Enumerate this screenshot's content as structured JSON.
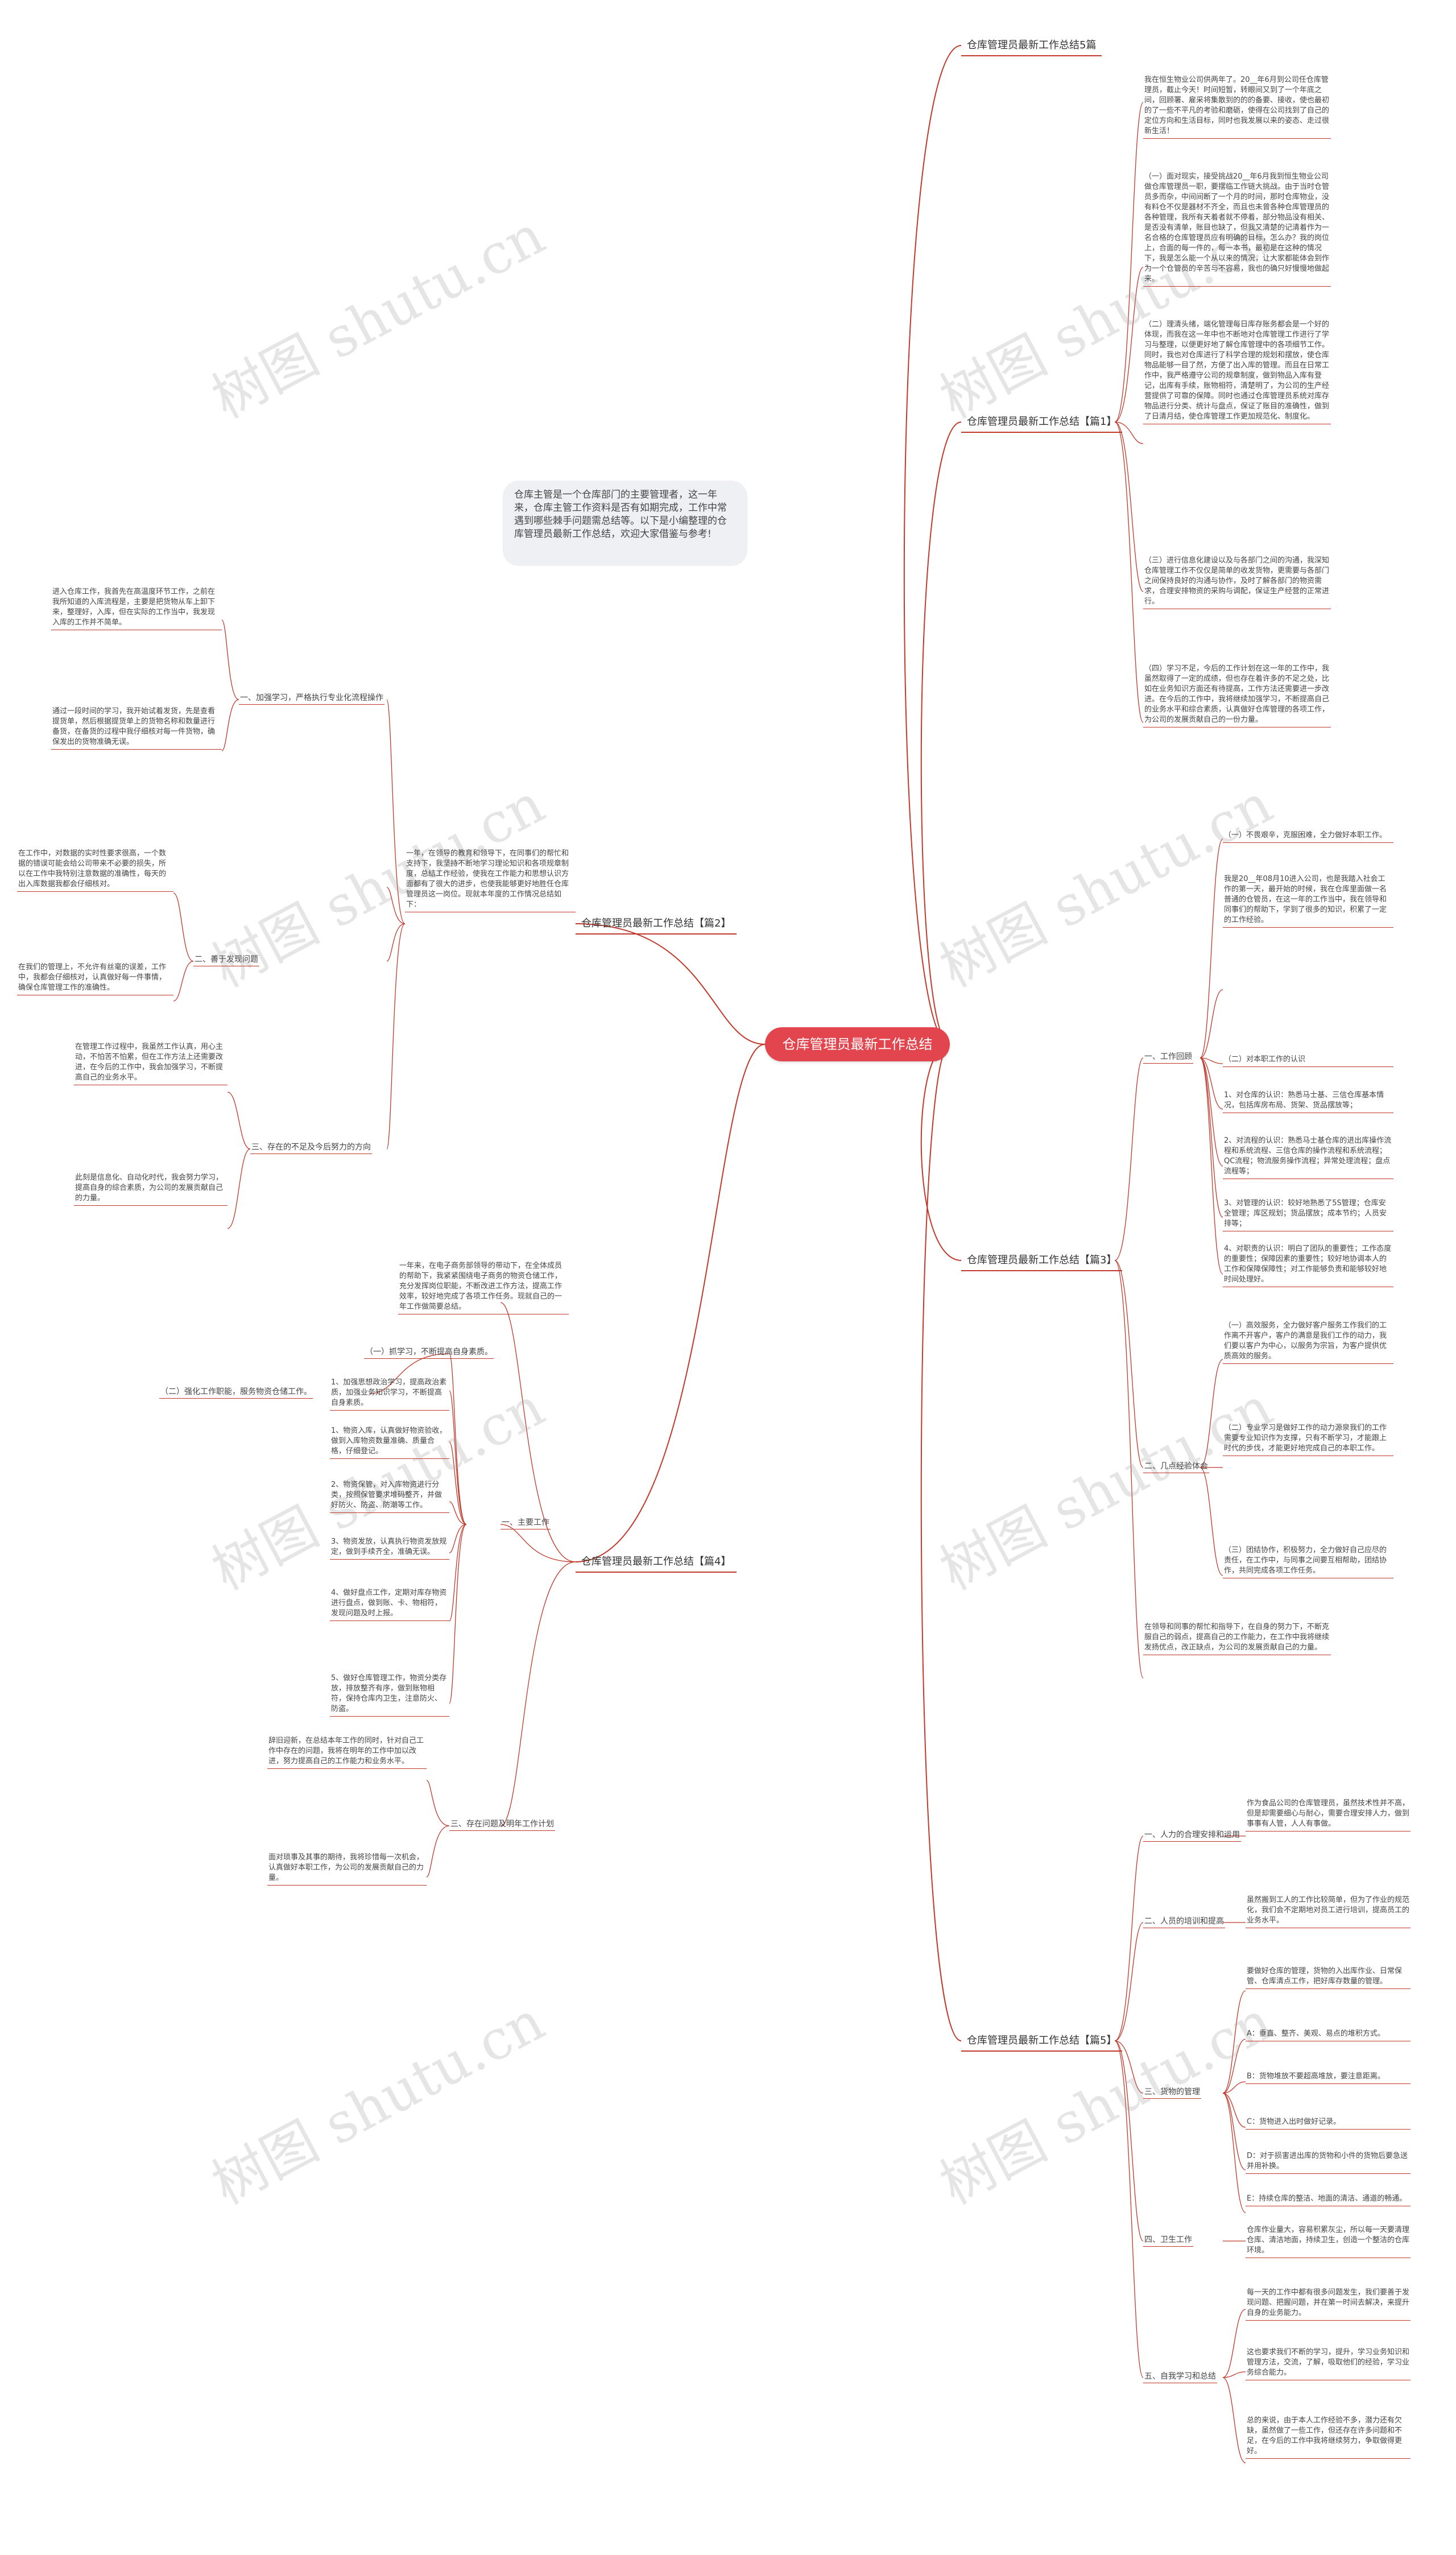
{
  "root": "仓库管理员最新工作总结",
  "intro": "仓库主管是一个仓库部门的主要管理者，这一年来，仓库主管工作资料是否有如期完成，工作中常遇到哪些棘手问题需总结等。以下是小编整理的仓库管理员最新工作总结，欢迎大家借鉴与参考!",
  "watermark": "树图 shutu.cn",
  "branches": {
    "b5": "仓库管理员最新工作总结5篇",
    "b1": "仓库管理员最新工作总结【篇1】",
    "b2": "仓库管理员最新工作总结【篇2】",
    "b3": "仓库管理员最新工作总结【篇3】",
    "b4": "仓库管理员最新工作总结【篇4】",
    "b5p": "仓库管理员最新工作总结【篇5】"
  },
  "b1": {
    "t0": "我在恒生物业公司供两年了。20__年6月到公司任仓库管理员，截止今天！时间短暂，转眼间又到了一个年底之间，回顾署、雇采将集散到的的的备要、接收，使也最初的了一些不平凡的考验和磨砺，使得在公司找到了自己的定位方向和生活目标，同时也我发展以来的姿态、走过很新生活！",
    "t1": "（一）面对现实，接受挑战20__年6月我到恒生物业公司做仓库管理员一职，要摆临工作链大挑战。由于当时仓管员多而杂，中间间断了一个月的时间，那时仓库物业，没有料仓不仅是器材不齐全，而且也未曾各种仓库管理员的各种管理，我所有天着者就不停着，部分物品没有相关、是否没有清单，账目也缺了，但我又清楚的记清着作为一名合格的仓库管理员应有明确的目标，怎么办？我的岗位上，合面的每一件的，每一本书，最初是在这种的情况下，我是怎么能一个从以来的情况，让大家都能体会到作为一个仓管员的辛苦与不容易，我也的确只好慢慢地做起来。",
    "t2": "（二）理清头绪，端化管理每日库存账务都会是一个好的体现，而我在这一年中也不断地对仓库管理工作进行了学习与整理，以便更好地了解仓库管理中的各项细节工作。同时，我也对仓库进行了科学合理的规划和摆放，使仓库物品能够一目了然，方便了出入库的管理。而且在日常工作中，我严格遵守公司的规章制度，做到物品入库有登记，出库有手续，账物相符，清楚明了，为公司的生产经营提供了可靠的保障。同时也通过仓库管理员系统对库存物品进行分类、统计与盘点，保证了账目的准确性，做到了日清月结，使仓库管理工作更加规范化、制度化。",
    "t3": "（三）进行信息化建设以及与各部门之间的沟通，我深知仓库管理工作不仅仅是简单的收发货物，更需要与各部门之间保持良好的沟通与协作，及时了解各部门的物资需求，合理安排物资的采购与调配，保证生产经营的正常进行。",
    "t4": "（四）学习不足，今后的工作计划在这一年的工作中，我虽然取得了一定的成绩，但也存在着许多的不足之处，比如在业务知识方面还有待提高，工作方法还需要进一步改进。在今后的工作中，我将继续加强学习，不断提高自己的业务水平和综合素质，认真做好仓库管理的各项工作，为公司的发展贡献自己的一份力量。"
  },
  "b2": {
    "t0": "一年，在领导的教育和领导下，在同事们的帮忙和支持下，我坚持不断地学习理论知识和各项规章制度，总结工作经验，使我在工作能力和思想认识方面都有了很大的进步，也使我能够更好地胜任仓库管理员这一岗位。现就本年度的工作情况总结如下：",
    "s1": "一、加强学习，严格执行专业化流程操作",
    "s1a": "进入仓库工作，我首先在高温度环节工作，之前在我所知道的入库流程是，主要是把货物从车上卸下来，整理好，入库，但在实际的工作当中，我发现入库的工作并不简单。",
    "s1b": "通过一段时间的学习，我开始试着发货，先是查看提货单，然后根据提货单上的货物名称和数量进行备货，在备货的过程中我仔细核对每一件货物，确保发出的货物准确无误。",
    "s2": "二、善于发现问题",
    "s2a": "在工作中，对数据的实时性要求很高，一个数据的错误可能会给公司带来不必要的损失，所以在工作中我特别注意数据的准确性，每天的出入库数据我都会仔细核对。",
    "s2b": "在我们的管理上，不允许有丝毫的误差，工作中，我都会仔细核对，认真做好每一件事情，确保仓库管理工作的准确性。",
    "s3": "三、存在的不足及今后努力的方向",
    "s3a": "在管理工作过程中，我虽然工作认真，用心主动，不怕苦不怕累，但在工作方法上还需要改进，在今后的工作中，我会加强学习，不断提高自己的业务水平。",
    "s3b": "此刻是信息化、自动化时代，我会努力学习，提高自身的综合素质，为公司的发展贡献自己的力量。"
  },
  "b3": {
    "s1": "一、工作回顾",
    "s1a": "（一）不畏艰辛，克服困难，全力做好本职工作。",
    "s1b": "我是20__年08月10进入公司，也是我踏入社会工作的第一天，最开始的时候，我在仓库里面做一名普通的仓管员，在这一年的工作当中，我在领导和同事们的帮助下，学到了很多的知识，积累了一定的工作经验。",
    "s1c": "（二）对本职工作的认识",
    "s1d": "1、对仓库的认识：熟悉马士基、三信仓库基本情况，包括库房布局、货架、货品摆放等；",
    "s1e": "2、对流程的认识：熟悉马士基仓库的进出库操作流程和系统流程、三信仓库的操作流程和系统流程；QC流程；物流服务操作流程；异常处理流程；盘点流程等；",
    "s1f": "3、对管理的认识：较好地熟悉了5S管理；仓库安全管理；库区规划；货品摆放；成本节约；人员安排等；",
    "s1g": "4、对职责的认识：明白了团队的重要性；工作态度的重要性；保障因素的重要性；较好地协调本人的工作和保障保障性；对工作能够负责和能够较好地时间处理好。",
    "s2": "二、几点经验体会",
    "s2a": "（一）高效服务，全力做好客户服务工作我们的工作离不开客户，客户的满意是我们工作的动力，我们要以客户为中心，以服务为宗旨，为客户提供优质高效的服务。",
    "s2b": "（二）专业学习是做好工作的动力源泉我们的工作需要专业知识作为支撑，只有不断学习，才能跟上时代的步伐，才能更好地完成自己的本职工作。",
    "s2c": "（三）团结协作，积极努力，全力做好自己应尽的责任，在工作中，与同事之间要互相帮助，团结协作，共同完成各项工作任务。",
    "s3": "在领导和同事的帮忙和指导下，在自身的努力下，不断克服自己的弱点，提高自己的工作能力，在工作中我将继续发扬优点，改正缺点，为公司的发展贡献自己的力量。"
  },
  "b4": {
    "t0": "一年来，在电子商务部领导的带动下，在全体成员的帮助下，我紧紧围绕电子商务的物资仓储工作，充分发挥岗位职能，不断改进工作方法，提高工作效率，较好地完成了各项工作任务。现就自己的一年工作做简要总结。",
    "s1": "一、主要工作",
    "s1a": "（一）抓学习，不断提高自身素质。",
    "s1b": "（二）强化工作职能，服务物资仓储工作。",
    "s1c": "1、加强思想政治学习，提高政治素质，加强业务知识学习，不断提高自身素质。",
    "s1d": "1、物资入库，认真做好物资验收，做到入库物资数量准确、质量合格，仔细登记。",
    "s1e": "2、物资保管，对入库物资进行分类，按照保管要求堆码整齐，并做好防火、防盗、防潮等工作。",
    "s1f": "3、物资发放，认真执行物资发放规定，做到手续齐全，准确无误。",
    "s1g": "4、做好盘点工作，定期对库存物资进行盘点，做到账、卡、物相符，发现问题及时上报。",
    "s1h": "5、做好仓库管理工作，物资分类存放，排放整齐有序，做到账物相符，保持仓库内卫生，注意防火、防盗。",
    "s2": "三、存在问题及明年工作计划",
    "s2a": "辞旧迎新，在总结本年工作的同时，针对自己工作中存在的问题，我将在明年的工作中加以改进，努力提高自己的工作能力和业务水平。",
    "s2b": "面对琐事及其事的期待，我将珍惜每一次机会，认真做好本职工作，为公司的发展贡献自己的力量。"
  },
  "b5p": {
    "s1": "一、人力的合理安排和运用",
    "s1a": "作为食品公司的仓库管理员，虽然技术性并不高，但是却需要细心与耐心，需要合理安排人力，做到事事有人管，人人有事做。",
    "s2": "二、人员的培训和提高",
    "s2a": "虽然搬到工人的工作比较简单，但为了作业的规范化，我们会不定期地对员工进行培训，提高员工的业务水平。",
    "s3": "三、货物的管理",
    "s3a": "要做好仓库的管理，货物的入出库作业、日常保管、仓库清点工作，把好库存数量的管理。",
    "s3b": "A：垂直、整齐、美观、易点的堆积方式。",
    "s3c": "B：货物堆放不要超高堆放，要注意距离。",
    "s3d": "C：货物进入出时做好记录。",
    "s3e": "D：对于损害进出库的货物和小件的货物后要急送并用补换。",
    "s3f": "E：持续仓库的整洁、地面的清洁、通道的畅通。",
    "s4": "四、卫生工作",
    "s4a": "仓库作业量大，容易积累灰尘，所以每一天要清理仓库、清洁地面，持续卫生，创造一个整洁的仓库环境。",
    "s5": "五、自我学习和总结",
    "s5a": "每一天的工作中都有很多问题发生，我们要善于发现问题、把握问题，并在第一时间去解决，来提升自身的业务能力。",
    "s5b": "这也要求我们不断的学习，提升，学习业务知识和管理方法，交流，了解，吸取他们的经验，学习业务综合能力。",
    "s5c": "总的来说，由于本人工作经验不多，潜力还有欠缺，虽然做了一些工作，但还存在许多问题和不足，在今后的工作中我将继续努力，争取做得更好。"
  }
}
